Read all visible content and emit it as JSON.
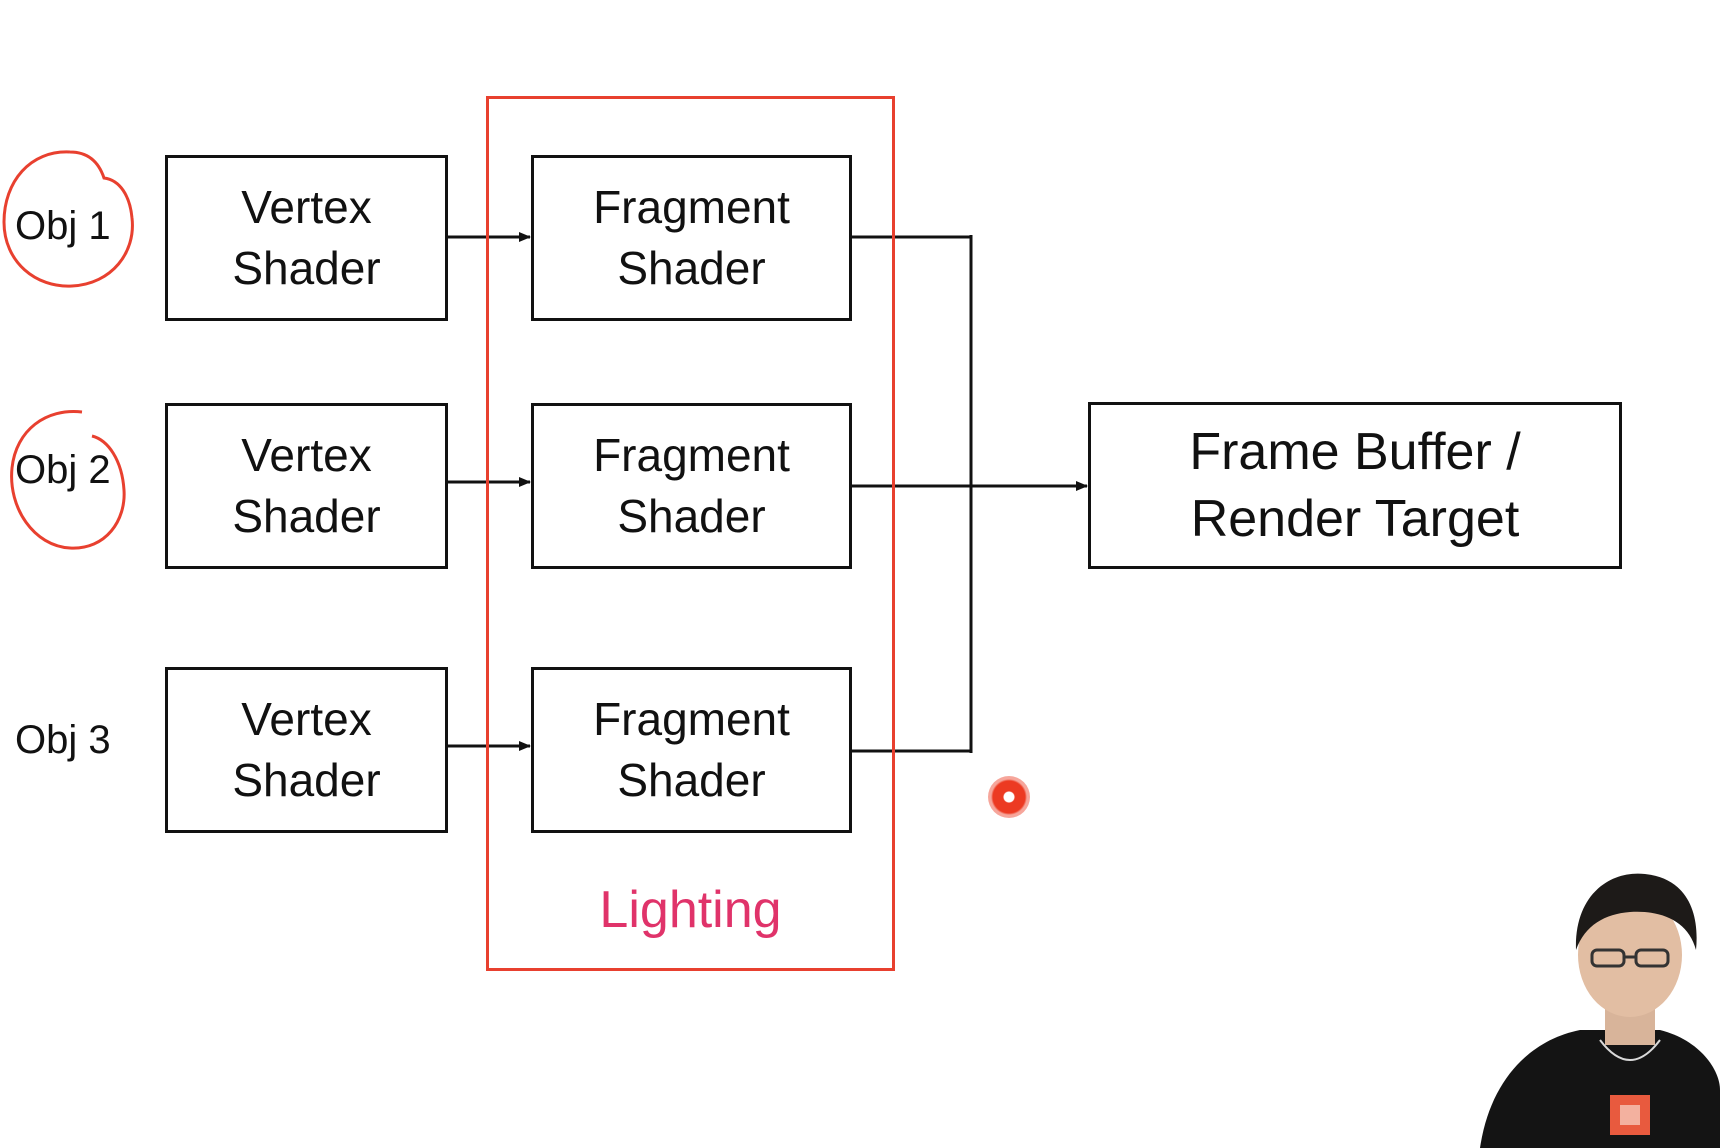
{
  "objects": [
    {
      "label": "Obj 1"
    },
    {
      "label": "Obj 2"
    },
    {
      "label": "Obj 3"
    }
  ],
  "rows": [
    {
      "vertex": {
        "line1": "Vertex",
        "line2": "Shader"
      },
      "fragment": {
        "line1": "Fragment",
        "line2": "Shader"
      }
    },
    {
      "vertex": {
        "line1": "Vertex",
        "line2": "Shader"
      },
      "fragment": {
        "line1": "Fragment",
        "line2": "Shader"
      }
    },
    {
      "vertex": {
        "line1": "Vertex",
        "line2": "Shader"
      },
      "fragment": {
        "line1": "Fragment",
        "line2": "Shader"
      }
    }
  ],
  "framebuffer": {
    "line1": "Frame Buffer /",
    "line2": "Render Target"
  },
  "lighting": {
    "label": "Lighting"
  },
  "colors": {
    "annotation_red": "#e8402f",
    "lighting_text": "#e0336a",
    "box_border": "#111111"
  },
  "icons": {
    "pointer": "cursor-dot-icon",
    "presenter": "presenter-webcam"
  }
}
